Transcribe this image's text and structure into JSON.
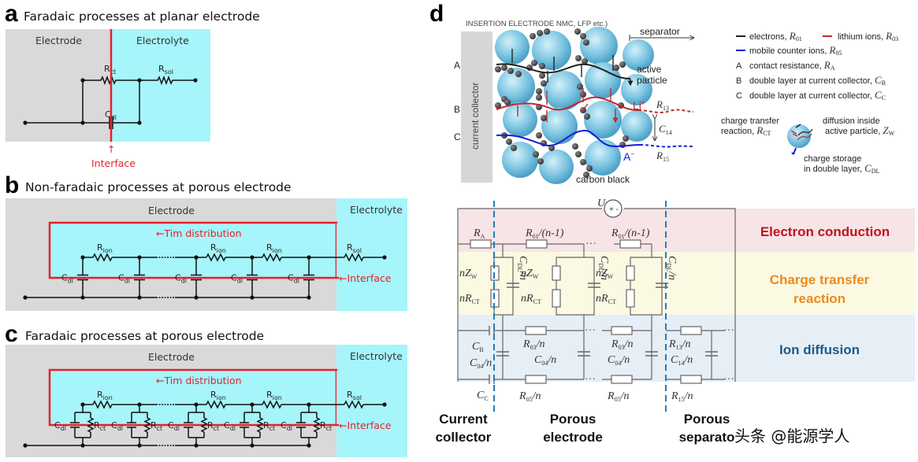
{
  "panel_a": {
    "letter": "a",
    "title": "Faradaic processes at planar electrode",
    "electrode_label": "Electrode",
    "electrolyte_label": "Electrolyte",
    "r_ct": "R",
    "r_ct_sub": "ct",
    "r_sol": "R",
    "r_sol_sub": "sol",
    "c_dl": "C",
    "c_dl_sub": "dl",
    "interface_arrow": "↑",
    "interface_label": "Interface"
  },
  "panel_b": {
    "letter": "b",
    "title": "Non-faradaic processes at porous electrode",
    "electrode_label": "Electrode",
    "electrolyte_label": "Electrolyte",
    "tim_label": "←Tim distribution",
    "interface_label": "←Interface",
    "r_ion": "R",
    "r_ion_sub": "ion",
    "r_sol": "R",
    "r_sol_sub": "sol",
    "c_dl": "C",
    "c_dl_sub": "dl"
  },
  "panel_c": {
    "letter": "c",
    "title": "Faradaic processes at porous electrode",
    "electrode_label": "Electrode",
    "electrolyte_label": "Electrolyte",
    "tim_label": "←Tim distribution",
    "interface_label": "←Interface",
    "r_ion": "R",
    "r_ion_sub": "ion",
    "r_sol": "R",
    "r_sol_sub": "sol",
    "c_dl": "C",
    "c_dl_sub": "dl",
    "r_ct": "R",
    "r_ct_sub": "ct"
  },
  "panel_d": {
    "letter": "d",
    "illustration": {
      "header": "INSERTION ELECTRODE NMC, LFP etc.)",
      "separator_label": "separator",
      "current_collector": "current collector",
      "label_a": "A",
      "label_b": "B",
      "label_c": "C",
      "active_particle": "active particle",
      "li_label": "Li",
      "li_sup": "+",
      "anion_label": "A",
      "anion_sup": "−",
      "carbon_black": "carbon black",
      "r13": "R",
      "r13_sub": "13",
      "c14": "C",
      "c14_sub": "14",
      "r15": "R",
      "r15_sub": "15"
    },
    "legend": {
      "electrons": "electrons,",
      "electrons_sym": "R",
      "electrons_sub": "01",
      "lithium": "lithium ions,",
      "lithium_sym": "R",
      "lithium_sub": "03",
      "counter": "mobile counter ions,",
      "counter_sym": "R",
      "counter_sub": "05",
      "items": [
        {
          "key": "A",
          "text": "contact resistance,",
          "sym": "R",
          "sub": "A"
        },
        {
          "key": "B",
          "text": "double layer at current collector,",
          "sym": "C",
          "sub": "B"
        },
        {
          "key": "C",
          "text": "double layer at current collector,",
          "sym": "C",
          "sub": "C"
        }
      ],
      "ct_line1": "charge transfer",
      "ct_line2": "reaction,",
      "ct_sym": "R",
      "ct_sub": "CT",
      "diff_line1": "diffusion inside",
      "diff_line2": "active particle,",
      "diff_sym": "Z",
      "diff_sub": "W",
      "store_line1": "charge storage",
      "store_line2": "in double layer,",
      "store_sym": "C",
      "store_sub": "DL"
    },
    "circuit": {
      "source": "U",
      "ra": "R",
      "ra_sub": "A",
      "r01": "R",
      "r01_sub": "01",
      "r01_tail": "/(n-1)",
      "nzw": "nZ",
      "nzw_sub": "W",
      "nrct": "nR",
      "nrct_sub": "CT",
      "cdl": "C",
      "cdl_sub": "DL",
      "cdl_tail": "/n",
      "cb": "C",
      "cb_sub": "B",
      "cc": "C",
      "cc_sub": "C",
      "r03": "R",
      "r03_sub": "03",
      "r03_tail": "/n",
      "c04": "C",
      "c04_sub": "04",
      "c04_tail": "/n",
      "r05": "R",
      "r05_sub": "05",
      "r05_tail": "/n",
      "r13": "R",
      "r13_sub": "13",
      "r13_tail": "/n",
      "c14": "C",
      "c14_sub": "14",
      "c14_tail": "/n",
      "r15": "R",
      "r15_sub": "15",
      "r15_tail": "/n",
      "dots": "···"
    },
    "bands": {
      "electron": {
        "label": "Electron conduction",
        "color": "#c0141c",
        "bg": "#f6e4e6"
      },
      "charge_line1": "Charge transfer",
      "charge_line2": "reaction",
      "charge_color": "#ec8a1e",
      "charge_bg": "#fbf9e2",
      "ion": {
        "label": "Ion diffusion",
        "color": "#1b5a8c",
        "bg": "#e6eef6"
      }
    },
    "regions": {
      "cc_line1": "Current",
      "cc_line2": "collector",
      "pe_line1": "Porous",
      "pe_line2": "electrode",
      "ps_line1": "Porous",
      "ps_line2": "separato"
    }
  },
  "watermark": "头条 @能源学人",
  "colors": {
    "electrode_gray": "#d9d9d9",
    "electrolyte_cyan": "#a6f5fb",
    "interface_red": "#e8202a",
    "particle_blue": "#78c3e0",
    "divider_blue": "#1f7cc1"
  }
}
